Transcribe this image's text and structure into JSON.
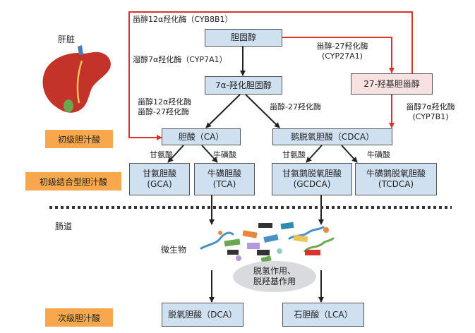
{
  "organs": {
    "liver": "肝脏",
    "intestine": "肠道",
    "microbes": "微生物"
  },
  "tags": {
    "primary": "初级胆汁酸",
    "primary_conjugated": "初级结合型胆汁酸",
    "secondary": "次级胆汁酸"
  },
  "nodes": {
    "cholesterol": "胆固醇",
    "hydroxy7a": "7α-羟化胆固醇",
    "hydroxy27": "27-羟基胆甾醇",
    "ca": "胆酸（CA）",
    "cdca": "鹅脱氧胆酸（CDCA）",
    "gca_name": "甘氨胆酸",
    "gca_abbr": "(GCA)",
    "tca_name": "牛磺胆酸",
    "tca_abbr": "(TCA)",
    "gcdca_name": "甘氨鹅脱氧胆酸",
    "gcdca_abbr": "(GCDCA)",
    "tcdca_name": "牛磺鹅脱氧胆酸",
    "tcdca_abbr": "(TCDCA)",
    "dca": "脱氧胆酸（DCA）",
    "lca": "石胆酸（LCA）"
  },
  "enzymes": {
    "cyb8b1": "甾醇12α羟化酶（CYB8B1）",
    "cyp7a1_name": "溜醇7α羟化酶（CYP7A1）",
    "cyp27a1_name": "甾醇-27羟化酶",
    "cyp27a1_abbr": "(CYP27A1)",
    "ca_step_1": "甾醇12α羟化酶",
    "ca_step_2": "甾醇-27羟化酶",
    "cdca_step": "甾醇-27羟化酶",
    "cyp7b1_name": "甾醇7α羟化酶",
    "cyp7b1_abbr": "(CYP7B1)",
    "glycine_left": "甘氨酸",
    "taurine_left": "牛磺酸",
    "glycine_right": "甘氨酸",
    "taurine_right": "牛磺酸"
  },
  "process": {
    "line1": "脱氢作用、",
    "line2": "脱羟基作用"
  },
  "colors": {
    "box_fill": "#cfe0f1",
    "pink_fill": "#f8e1e1",
    "tag_fill": "#f7a84d",
    "red_arrow": "#d9332b"
  }
}
